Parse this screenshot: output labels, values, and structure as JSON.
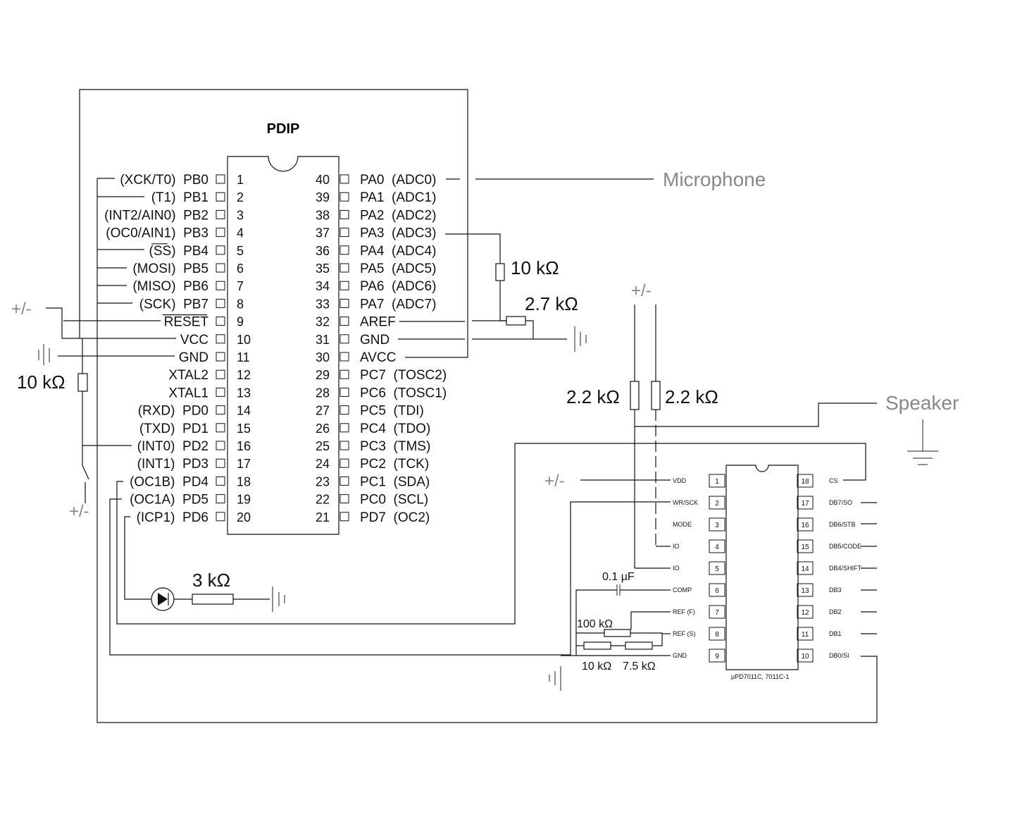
{
  "mcu": {
    "package": "PDIP",
    "left_pins": [
      {
        "num": "1",
        "label": "(XCK/T0)  PB0"
      },
      {
        "num": "2",
        "label": "(T1)  PB1"
      },
      {
        "num": "3",
        "label": "(INT2/AIN0)  PB2"
      },
      {
        "num": "4",
        "label": "(OC0/AIN1)  PB3"
      },
      {
        "num": "5",
        "label": "(SS)  PB4"
      },
      {
        "num": "6",
        "label": "(MOSI)  PB5"
      },
      {
        "num": "7",
        "label": "(MISO)  PB6"
      },
      {
        "num": "8",
        "label": "(SCK)  PB7"
      },
      {
        "num": "9",
        "label": "RESET"
      },
      {
        "num": "10",
        "label": "VCC"
      },
      {
        "num": "11",
        "label": "GND"
      },
      {
        "num": "12",
        "label": "XTAL2"
      },
      {
        "num": "13",
        "label": "XTAL1"
      },
      {
        "num": "14",
        "label": "(RXD)  PD0"
      },
      {
        "num": "15",
        "label": "(TXD)  PD1"
      },
      {
        "num": "16",
        "label": "(INT0)  PD2"
      },
      {
        "num": "17",
        "label": "(INT1)  PD3"
      },
      {
        "num": "18",
        "label": "(OC1B)  PD4"
      },
      {
        "num": "19",
        "label": "(OC1A)  PD5"
      },
      {
        "num": "20",
        "label": "(ICP1)  PD6"
      }
    ],
    "right_pins": [
      {
        "num": "40",
        "label": "PA0  (ADC0)"
      },
      {
        "num": "39",
        "label": "PA1  (ADC1)"
      },
      {
        "num": "38",
        "label": "PA2  (ADC2)"
      },
      {
        "num": "37",
        "label": "PA3  (ADC3)"
      },
      {
        "num": "36",
        "label": "PA4  (ADC4)"
      },
      {
        "num": "35",
        "label": "PA5  (ADC5)"
      },
      {
        "num": "34",
        "label": "PA6  (ADC6)"
      },
      {
        "num": "33",
        "label": "PA7  (ADC7)"
      },
      {
        "num": "32",
        "label": "AREF"
      },
      {
        "num": "31",
        "label": "GND"
      },
      {
        "num": "30",
        "label": "AVCC"
      },
      {
        "num": "29",
        "label": "PC7  (TOSC2)"
      },
      {
        "num": "28",
        "label": "PC6  (TOSC1)"
      },
      {
        "num": "27",
        "label": "PC5  (TDI)"
      },
      {
        "num": "26",
        "label": "PC4  (TDO)"
      },
      {
        "num": "25",
        "label": "PC3  (TMS)"
      },
      {
        "num": "24",
        "label": "PC2  (TCK)"
      },
      {
        "num": "23",
        "label": "PC1  (SDA)"
      },
      {
        "num": "22",
        "label": "PC0  (SCL)"
      },
      {
        "num": "21",
        "label": "PD7  (OC2)"
      }
    ]
  },
  "speech_chip": {
    "part": "µPD7011C, 7011C-1",
    "left_pins": [
      {
        "num": "1",
        "label": "VDD"
      },
      {
        "num": "2",
        "label": "WR/SCK"
      },
      {
        "num": "3",
        "label": "MODE"
      },
      {
        "num": "4",
        "label": "IO"
      },
      {
        "num": "5",
        "label": "IO"
      },
      {
        "num": "6",
        "label": "COMP"
      },
      {
        "num": "7",
        "label": "REF (F)"
      },
      {
        "num": "8",
        "label": "REF (S)"
      },
      {
        "num": "9",
        "label": "GND"
      }
    ],
    "right_pins": [
      {
        "num": "18",
        "label": "CS"
      },
      {
        "num": "17",
        "label": "DB7/SO"
      },
      {
        "num": "16",
        "label": "DB6/STB"
      },
      {
        "num": "15",
        "label": "DB5/CODE"
      },
      {
        "num": "14",
        "label": "DB4/SHIFT"
      },
      {
        "num": "13",
        "label": "DB3"
      },
      {
        "num": "12",
        "label": "DB2"
      },
      {
        "num": "11",
        "label": "DB1"
      },
      {
        "num": "10",
        "label": "DB0/SI"
      }
    ]
  },
  "components": {
    "r_pa3": "10 kΩ",
    "r_aref": "2.7 kΩ",
    "r_reset": "10 kΩ",
    "r_led": "3 kΩ",
    "r_io1": "2.2 kΩ",
    "r_io2": "2.2 kΩ",
    "cap_comp": "0.1 µF",
    "r_ref_f": "100 kΩ",
    "r_ref_s1": "10 kΩ",
    "r_ref_s2": "7.5 kΩ"
  },
  "external": {
    "microphone": "Microphone",
    "speaker": "Speaker",
    "supply_vcc": "+/-",
    "supply_switch": "+/-",
    "supply_io": "+/-",
    "supply_vdd": "+/-"
  }
}
